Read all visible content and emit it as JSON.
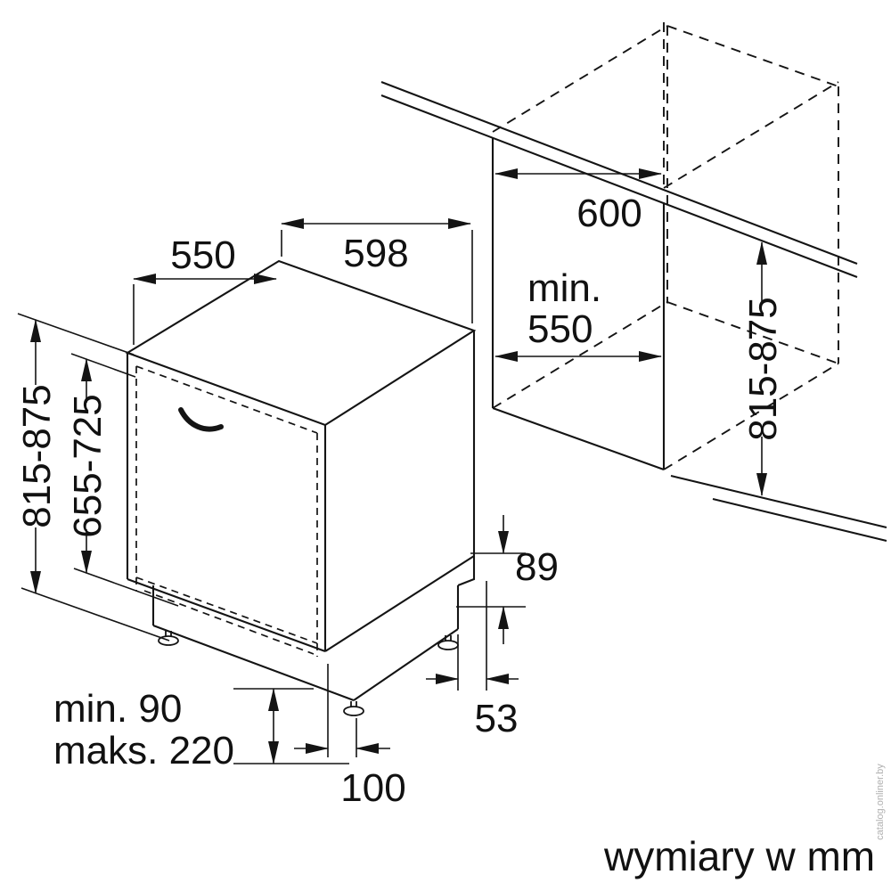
{
  "page": {
    "units_note": "wymiary w mm",
    "watermark": "catalog.onliner.by"
  },
  "appliance": {
    "top_depth": "550",
    "width": "598",
    "height_range": "815-875",
    "front_panel_range": "655-725",
    "rear_step_height": "89",
    "rear_foot_inset": "53",
    "front_foot_inset": "100",
    "plinth_min": "min. 90",
    "plinth_max": "maks. 220"
  },
  "niche": {
    "width": "600",
    "depth_min_label": "min.",
    "depth_min_value": "550",
    "height_range": "815-875"
  }
}
